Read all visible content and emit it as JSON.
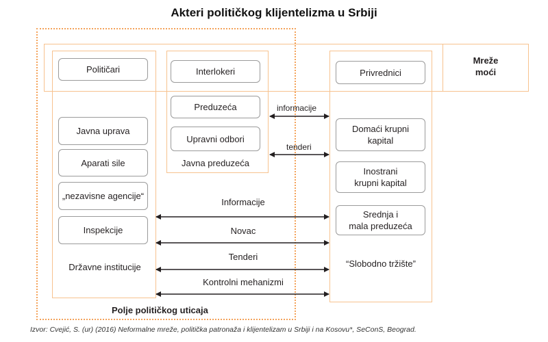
{
  "title": "Akteri političkog klijentelizma u Srbiji",
  "left_column": {
    "nodes": [
      "Političari",
      "Javna uprava",
      "Aparati sile",
      "„nezavisne agencije“",
      "Inspekcije"
    ],
    "caption": "Državne institucije"
  },
  "middle_column": {
    "nodes": [
      "Interlokeri",
      "Preduzeća",
      "Upravni odbori"
    ],
    "caption": "Javna preduzeća"
  },
  "right_column": {
    "nodes": [
      "Privrednici",
      "Domaći krupni\nkapital",
      "Inostrani\nkrupni kapital",
      "Srednja i\nmala preduzeća"
    ],
    "caption": "“Slobodno tržište”"
  },
  "networks_label": "Mreže\nmoći",
  "field_label": "Polje političkog uticaja",
  "arrows": {
    "middle": [
      "informacije",
      "tenderi"
    ],
    "bottom": [
      "Informacije",
      "Novac",
      "Tenderi",
      "Kontrolni mehanizmi"
    ]
  },
  "source": "Izvor: Cvejić, S. (ur) (2016) Neformalne mreže, politička patronaža i klijentelizam u Srbiji i na Kosovu*, SeConS, Beograd.",
  "colors": {
    "frame": "#f7c28e",
    "field_border": "#f4a259",
    "node_border": "#9a9a9a",
    "arrow": "#231f20"
  }
}
